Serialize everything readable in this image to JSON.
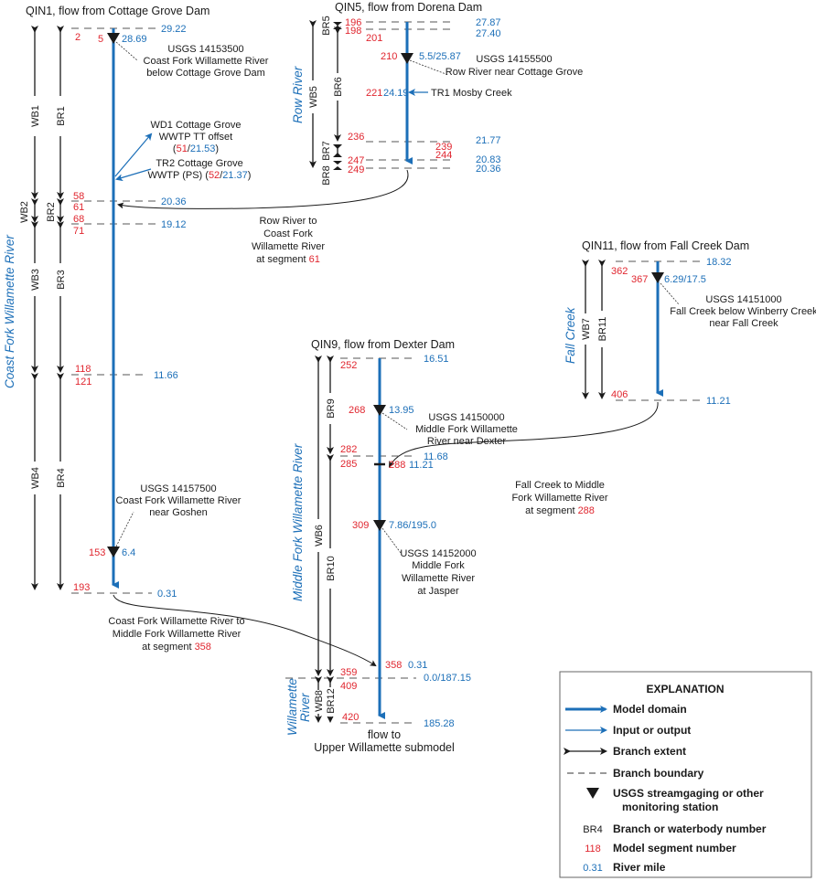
{
  "diagram": {
    "colors": {
      "model_domain": "#1c6fb8",
      "segment": "#e0262f",
      "river_mile": "#1c6fb8",
      "text": "#1a1a1a"
    },
    "coast_fork": {
      "river_label": "Coast Fork Willamette River",
      "source_title": "QIN1, flow from Cottage Grove Dam",
      "waterbodies": [
        "WB1",
        "WB2",
        "WB3",
        "WB4"
      ],
      "branches": [
        "BR1",
        "BR2",
        "BR3",
        "BR4"
      ],
      "segments": {
        "s2": "2",
        "s5": "5",
        "s58": "58",
        "s61": "61",
        "s68": "68",
        "s71": "71",
        "s118": "118",
        "s121": "121",
        "s153": "153",
        "s193": "193"
      },
      "river_miles": {
        "rm_top": "29.22",
        "rm_gage1": "28.69",
        "rm_58": "20.36",
        "rm_68": "19.12",
        "rm_118": "11.66",
        "rm_153": "6.4",
        "rm_end": "0.31"
      },
      "gage1": {
        "line1": "USGS 14153500",
        "line2": "Coast Fork Willamette River",
        "line3": "below Cottage Grove Dam"
      },
      "wd1": {
        "line1": "WD1 Cottage Grove",
        "line2": "WWTP TT offset",
        "seg": "51",
        "rm": "21.53"
      },
      "tr2": {
        "line1": "TR2 Cottage Grove",
        "line2_prefix": "WWTP (PS) (",
        "seg": "52",
        "rm": "21.37",
        "close": ")"
      },
      "gage2": {
        "line1": "USGS 14157500",
        "line2": "Coast Fork Willamette River",
        "line3": "near Goshen"
      },
      "connection": {
        "line1": "Coast Fork Willamette River to",
        "line2": "Middle Fork Willamette River",
        "line3_prefix": "at segment ",
        "seg": "358"
      }
    },
    "row_river": {
      "river_label": "Row River",
      "source_title": "QIN5, flow from Dorena Dam",
      "waterbodies": [
        "WB5"
      ],
      "branches": [
        "BR5",
        "BR6",
        "BR7",
        "BR8"
      ],
      "segments": {
        "s196": "196",
        "s198": "198",
        "s201": "201",
        "s210": "210",
        "s221": "221",
        "s236": "236",
        "s239": "239",
        "s244": "244",
        "s247": "247",
        "s249": "249"
      },
      "river_miles": {
        "rm_196": "27.87",
        "rm_198": "27.40",
        "rm_gage": "5.5/25.87",
        "rm_221": "24.19",
        "rm_236": "21.77",
        "rm_247": "20.83",
        "rm_249": "20.36"
      },
      "gage": {
        "line1": "USGS 14155500",
        "line2": "Row River near Cottage Grove"
      },
      "tr1": "TR1 Mosby Creek",
      "connection": {
        "line1": "Row River to",
        "line2": "Coast Fork",
        "line3": "Willamette River",
        "line4_prefix": "at segment ",
        "seg": "61"
      }
    },
    "middle_fork": {
      "river_label": "Middle Fork Willamette River",
      "source_title": "QIN9, flow from Dexter Dam",
      "waterbodies": [
        "WB6"
      ],
      "branches": [
        "BR9",
        "BR10"
      ],
      "segments": {
        "s252": "252",
        "s268": "268",
        "s282": "282",
        "s285": "285",
        "s288": "288",
        "s309": "309",
        "s358": "358"
      },
      "river_miles": {
        "rm_252": "16.51",
        "rm_268": "13.95",
        "rm_282": "11.68",
        "rm_288": "11.21",
        "rm_309": "7.86/195.0",
        "rm_358": "0.31"
      },
      "gage1": {
        "line1": "USGS 14150000",
        "line2": "Middle Fork Willamette",
        "line3": "River near Dexter"
      },
      "gage2": {
        "line1": "USGS 14152000",
        "line2": "Middle Fork",
        "line3": "Willamette  River",
        "line4": "at Jasper"
      }
    },
    "fall_creek": {
      "river_label": "Fall Creek",
      "source_title": "QIN11, flow from Fall Creek Dam",
      "waterbodies": [
        "WB7"
      ],
      "branches": [
        "BR11"
      ],
      "segments": {
        "s362": "362",
        "s367": "367",
        "s406": "406"
      },
      "river_miles": {
        "rm_top": "18.32",
        "rm_gage": "6.29/17.5",
        "rm_end": "11.21"
      },
      "gage": {
        "line1": "USGS 14151000",
        "line2": "Fall Creek below Winberry Creek",
        "line3": "near Fall Creek"
      },
      "connection": {
        "line1": "Fall Creek to Middle",
        "line2": "Fork Willamette River",
        "line3_prefix": "at segment ",
        "seg": "288"
      }
    },
    "willamette": {
      "river_label_1": "Willamette",
      "river_label_2": "River",
      "waterbodies": [
        "WB8"
      ],
      "branches": [
        "BR12"
      ],
      "segments": {
        "s359": "359",
        "s409": "409",
        "s420": "420"
      },
      "river_miles": {
        "rm_359": "0.0/187.15",
        "rm_420": "185.28"
      },
      "outflow": {
        "line1": "flow to",
        "line2": "Upper Willamette submodel"
      }
    },
    "legend": {
      "title": "EXPLANATION",
      "items": [
        {
          "symbol": "thick-blue-arrow",
          "label": "Model domain"
        },
        {
          "symbol": "thin-blue-arrow",
          "label": "Input or output"
        },
        {
          "symbol": "double-arrow",
          "label": "Branch extent"
        },
        {
          "symbol": "dashed-line",
          "label": "Branch boundary"
        },
        {
          "symbol": "triangle",
          "label": "USGS streamgaging or other",
          "label2": "monitoring station"
        },
        {
          "symbol": "BR4",
          "label": "Branch or waterbody number"
        },
        {
          "symbol": "118",
          "label": "Model segment number"
        },
        {
          "symbol": "0.31",
          "label": "River mile"
        }
      ]
    }
  }
}
